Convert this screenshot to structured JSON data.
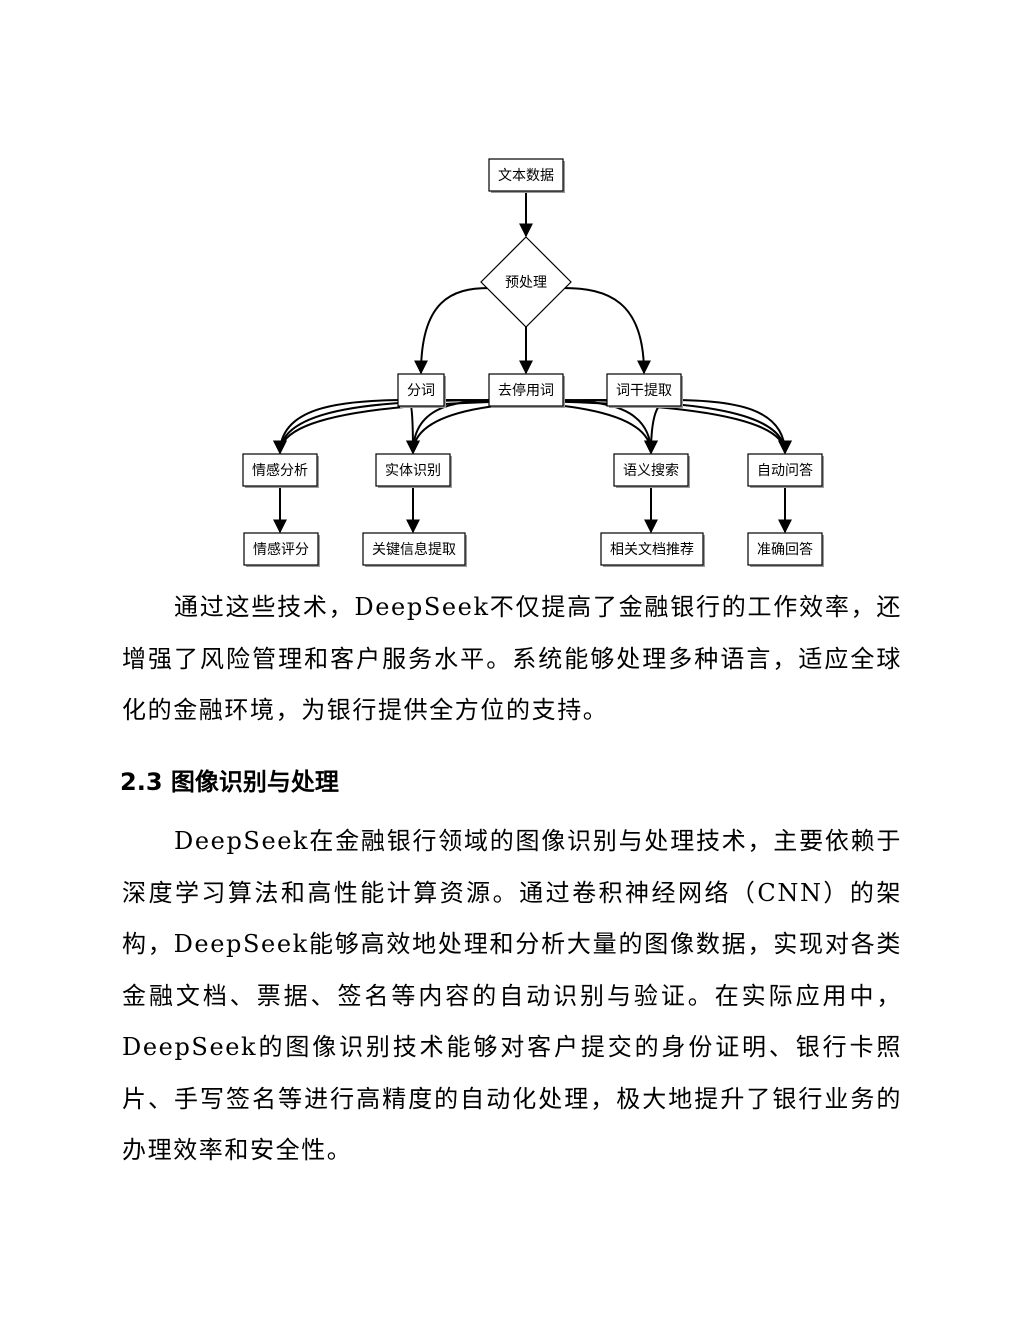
{
  "diagram": {
    "nodes": [
      {
        "id": "text_data",
        "label": "文本数据",
        "shape": "rect"
      },
      {
        "id": "preprocess",
        "label": "预处理",
        "shape": "diamond"
      },
      {
        "id": "tokenize",
        "label": "分词",
        "shape": "rect"
      },
      {
        "id": "stopwords",
        "label": "去停用词",
        "shape": "rect"
      },
      {
        "id": "stemming",
        "label": "词干提取",
        "shape": "rect"
      },
      {
        "id": "sentiment",
        "label": "情感分析",
        "shape": "rect"
      },
      {
        "id": "ner",
        "label": "实体识别",
        "shape": "rect"
      },
      {
        "id": "semantic_search",
        "label": "语义搜索",
        "shape": "rect"
      },
      {
        "id": "qa",
        "label": "自动问答",
        "shape": "rect"
      },
      {
        "id": "sentiment_score",
        "label": "情感评分",
        "shape": "rect"
      },
      {
        "id": "key_info",
        "label": "关键信息提取",
        "shape": "rect"
      },
      {
        "id": "doc_recommend",
        "label": "相关文档推荐",
        "shape": "rect"
      },
      {
        "id": "accurate_answer",
        "label": "准确回答",
        "shape": "rect"
      }
    ],
    "edges": [
      [
        "text_data",
        "preprocess"
      ],
      [
        "preprocess",
        "tokenize"
      ],
      [
        "preprocess",
        "stopwords"
      ],
      [
        "preprocess",
        "stemming"
      ],
      [
        "tokenize",
        "sentiment"
      ],
      [
        "tokenize",
        "ner"
      ],
      [
        "tokenize",
        "semantic_search"
      ],
      [
        "tokenize",
        "qa"
      ],
      [
        "stopwords",
        "sentiment"
      ],
      [
        "stopwords",
        "ner"
      ],
      [
        "stopwords",
        "semantic_search"
      ],
      [
        "stopwords",
        "qa"
      ],
      [
        "stemming",
        "sentiment"
      ],
      [
        "stemming",
        "ner"
      ],
      [
        "stemming",
        "semantic_search"
      ],
      [
        "stemming",
        "qa"
      ],
      [
        "sentiment",
        "sentiment_score"
      ],
      [
        "ner",
        "key_info"
      ],
      [
        "semantic_search",
        "doc_recommend"
      ],
      [
        "qa",
        "accurate_answer"
      ]
    ]
  },
  "paragraph1": "通过这些技术，DeepSeek不仅提高了金融银行的工作效率，还增强了风险管理和客户服务水平。系统能够处理多种语言，适应全球化的金融环境，为银行提供全方位的支持。",
  "heading": "2.3 图像识别与处理",
  "paragraph2": "DeepSeek在金融银行领域的图像识别与处理技术，主要依赖于深度学习算法和高性能计算资源。通过卷积神经网络（CNN）的架构，DeepSeek能够高效地处理和分析大量的图像数据，实现对各类金融文档、票据、签名等内容的自动识别与验证。在实际应用中，DeepSeek的图像识别技术能够对客户提交的身份证明、银行卡照片、手写签名等进行高精度的自动化处理，极大地提升了银行业务的办理效率和安全性。"
}
